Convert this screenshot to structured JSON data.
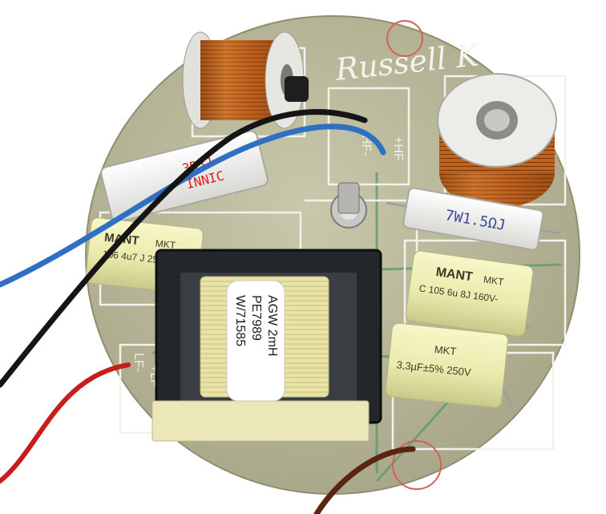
{
  "board": {
    "brand_signature": "Russell K",
    "silk": {
      "hf_plus": "+HF",
      "hf_minus": "HF-",
      "lf_plus": "+LF",
      "lf_minus": "LF-",
      "plus_mark": "+"
    }
  },
  "components": {
    "resistor_left": {
      "line1": "3R3J",
      "line2": "INNIC"
    },
    "resistor_right": {
      "value": "7W1.5ΩJ"
    },
    "cap_left": {
      "brand": "MANT",
      "type": "MKT",
      "spec": "106 4u7 J 250V-"
    },
    "cap_right_top": {
      "brand": "MANT",
      "type": "MKT",
      "spec": "C 105 6u 8J 160V-"
    },
    "cap_right_bottom": {
      "type": "MKT",
      "spec": "3,3µF±5% 250V"
    },
    "inductor_label": {
      "line1": "AGW 2mH",
      "line2": "PE7989",
      "line3": "W/71585"
    }
  },
  "colors": {
    "board": "#b9b89a",
    "copper": "#c4651e",
    "cap_body": "#eeeeb0",
    "wire_blue": "#2f6fc4",
    "wire_black": "#151515",
    "wire_red": "#c81d1d",
    "wire_brown": "#5a2410"
  }
}
